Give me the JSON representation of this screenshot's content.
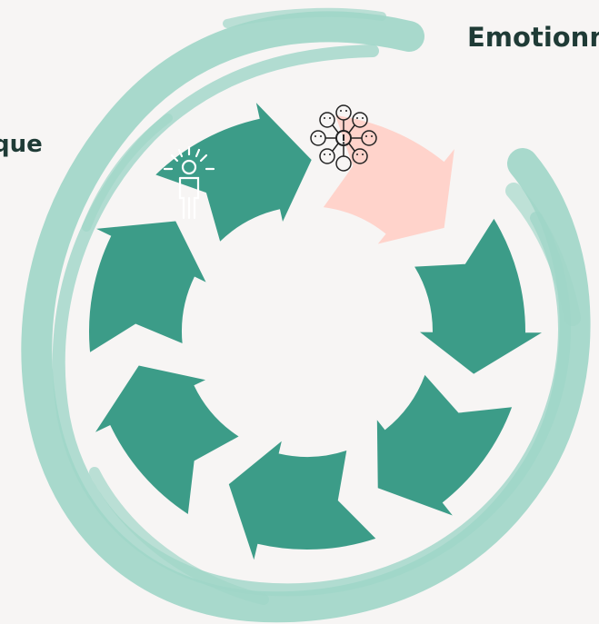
{
  "labels": {
    "left": "que",
    "right": "Emotionn"
  },
  "colors": {
    "background": "#f7f5f4",
    "brush": "#9fd6c8",
    "arrow": "#3c9c88",
    "highlight": "#ffd3cb",
    "text": "#1f3b36"
  },
  "icons": {
    "person": "person-icon",
    "emotions": "emotions-icon"
  },
  "cycle": {
    "segments": 7,
    "highlighted_index": 1
  }
}
